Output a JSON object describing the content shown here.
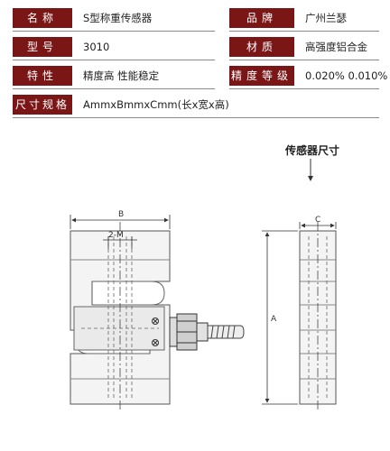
{
  "specs": {
    "name_label": "名称",
    "name_value": "S型称重传感器",
    "brand_label": "品牌",
    "brand_value": "广州兰瑟",
    "model_label": "型号",
    "model_value": "3010",
    "material_label": "材质",
    "material_value": "高强度铝合金",
    "features_label": "特性",
    "features_value": "精度高  性能稳定",
    "accuracy_label": "精度等级",
    "accuracy_value": "0.020%  0.010%",
    "size_label": "尺寸规格",
    "size_value": "AmmxBmmxCmm(长x宽x高)"
  },
  "drawing": {
    "title": "传感器尺寸",
    "dim_b": "B",
    "dim_2m": "2-M",
    "dim_c": "C",
    "dim_a": "A"
  }
}
